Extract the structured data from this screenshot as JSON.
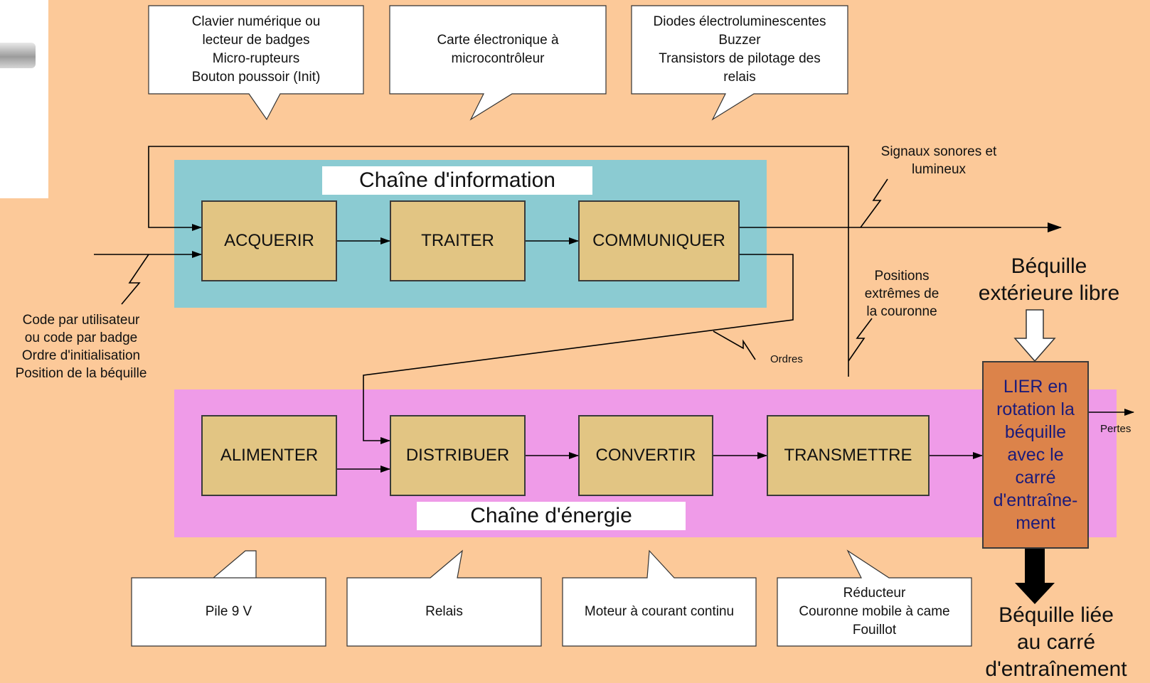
{
  "info_chain": {
    "title": "Chaîne d'information"
  },
  "energy_chain": {
    "title": "Chaîne d'énergie"
  },
  "blocks": {
    "acquerir": "ACQUERIR",
    "traiter": "TRAITER",
    "communiquer": "COMMUNIQUER",
    "alimenter": "ALIMENTER",
    "distribuer": "DISTRIBUER",
    "convertir": "CONVERTIR",
    "transmettre": "TRANSMETTRE"
  },
  "lier": [
    "LIER en",
    "rotation la",
    "béquille",
    "avec le",
    "carré",
    "d'entraîne-",
    "ment"
  ],
  "callouts": {
    "acquerir": [
      "Clavier numérique ou",
      "lecteur de badges",
      "Micro-rupteurs",
      "Bouton poussoir (Init)"
    ],
    "traiter": [
      "Carte électronique à",
      "microcontrôleur"
    ],
    "communiquer": [
      "Diodes électroluminescentes",
      "Buzzer",
      "Transistors de pilotage des",
      "relais"
    ],
    "alimenter": [
      "Pile 9 V"
    ],
    "distribuer": [
      "Relais"
    ],
    "convertir": [
      "Moteur à courant continu"
    ],
    "transmettre": [
      "Réducteur",
      "Couronne mobile à came",
      "Fouillot"
    ]
  },
  "labels": {
    "input": [
      "Code par utilisateur",
      "ou code par badge",
      "Ordre d'initialisation",
      "Position de la béquille"
    ],
    "signaux": [
      "Signaux sonores et",
      "lumineux"
    ],
    "positions": [
      "Positions",
      "extrêmes de",
      "la couronne"
    ],
    "ordres": "Ordres",
    "pertes": "Pertes",
    "bequille_in": [
      "Béquille",
      "extérieure libre"
    ],
    "bequille_out": [
      "Béquille liée",
      "au carré",
      "d'entraînement"
    ]
  },
  "colors": {
    "background": "#FCC999",
    "info_band": "#8BCBD2",
    "energy_band": "#EF9BE8",
    "block": "#E2C583",
    "lier": "#DC834A",
    "lier_text": "#1B1B7A"
  }
}
